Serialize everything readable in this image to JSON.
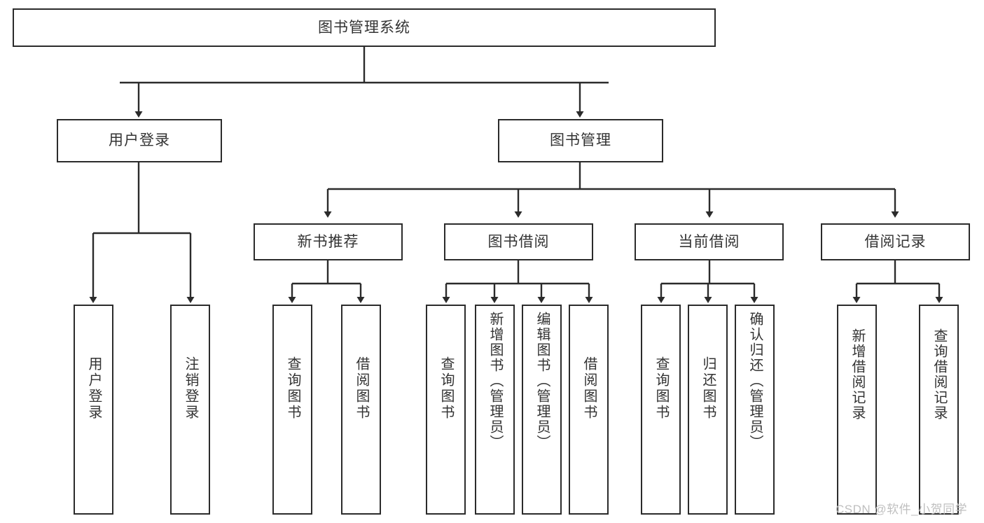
{
  "diagram": {
    "type": "hierarchy-tree",
    "title": "图书管理系统",
    "watermark": "CSDN @软件_小贺同学",
    "colors": {
      "box_border": "#2b2b2b",
      "box_fill": "#ffffff",
      "text": "#333333",
      "connector": "#2b2b2b",
      "watermark": "#bfbfbf",
      "background": "#ffffff"
    },
    "levels": [
      {
        "level": 1,
        "nodes": [
          {
            "id": "root",
            "label": "图书管理系统",
            "orientation": "horizontal"
          }
        ]
      },
      {
        "level": 2,
        "nodes": [
          {
            "id": "login",
            "label": "用户登录",
            "orientation": "horizontal",
            "parent": "root"
          },
          {
            "id": "bookmgmt",
            "label": "图书管理",
            "orientation": "horizontal",
            "parent": "root"
          }
        ]
      },
      {
        "level": 3,
        "nodes": [
          {
            "id": "newbook",
            "label": "新书推荐",
            "orientation": "horizontal",
            "parent": "bookmgmt"
          },
          {
            "id": "borrow",
            "label": "图书借阅",
            "orientation": "horizontal",
            "parent": "bookmgmt"
          },
          {
            "id": "current",
            "label": "当前借阅",
            "orientation": "horizontal",
            "parent": "bookmgmt"
          },
          {
            "id": "records",
            "label": "借阅记录",
            "orientation": "horizontal",
            "parent": "bookmgmt"
          }
        ]
      },
      {
        "level": 4,
        "nodes": [
          {
            "id": "leaf1",
            "label": "用户登录",
            "orientation": "vertical",
            "parent": "login"
          },
          {
            "id": "leaf2",
            "label": "注销登录",
            "orientation": "vertical",
            "parent": "login"
          },
          {
            "id": "leaf3",
            "label": "查询图书",
            "orientation": "vertical",
            "parent": "newbook"
          },
          {
            "id": "leaf4",
            "label": "借阅图书",
            "orientation": "vertical",
            "parent": "newbook"
          },
          {
            "id": "leaf5",
            "label": "查询图书",
            "orientation": "vertical",
            "parent": "borrow"
          },
          {
            "id": "leaf6",
            "label": "新增图书（管理员）",
            "orientation": "vertical",
            "parent": "borrow"
          },
          {
            "id": "leaf7",
            "label": "编辑图书（管理员）",
            "orientation": "vertical",
            "parent": "borrow"
          },
          {
            "id": "leaf8",
            "label": "借阅图书",
            "orientation": "vertical",
            "parent": "borrow"
          },
          {
            "id": "leaf9",
            "label": "查询图书",
            "orientation": "vertical",
            "parent": "current"
          },
          {
            "id": "leaf10",
            "label": "归还图书",
            "orientation": "vertical",
            "parent": "current"
          },
          {
            "id": "leaf11",
            "label": "确认归还（管理员）",
            "orientation": "vertical",
            "parent": "current"
          },
          {
            "id": "leaf12",
            "label": "新增借阅记录",
            "orientation": "vertical",
            "parent": "records"
          },
          {
            "id": "leaf13",
            "label": "查询借阅记录",
            "orientation": "vertical",
            "parent": "records"
          }
        ]
      }
    ]
  }
}
